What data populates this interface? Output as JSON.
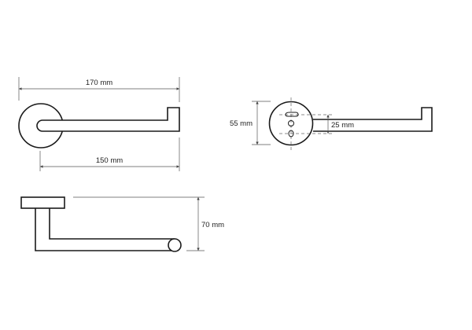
{
  "drawing": {
    "views": {
      "top": {
        "overall_length": "170 mm",
        "arm_length": "150 mm"
      },
      "front": {
        "plate_diameter": "55 mm",
        "mount_spacing": "25 mm"
      },
      "side": {
        "projection_depth": "70 mm"
      }
    },
    "colors": {
      "line": "#1a1a1a",
      "dimension": "#555555"
    }
  }
}
